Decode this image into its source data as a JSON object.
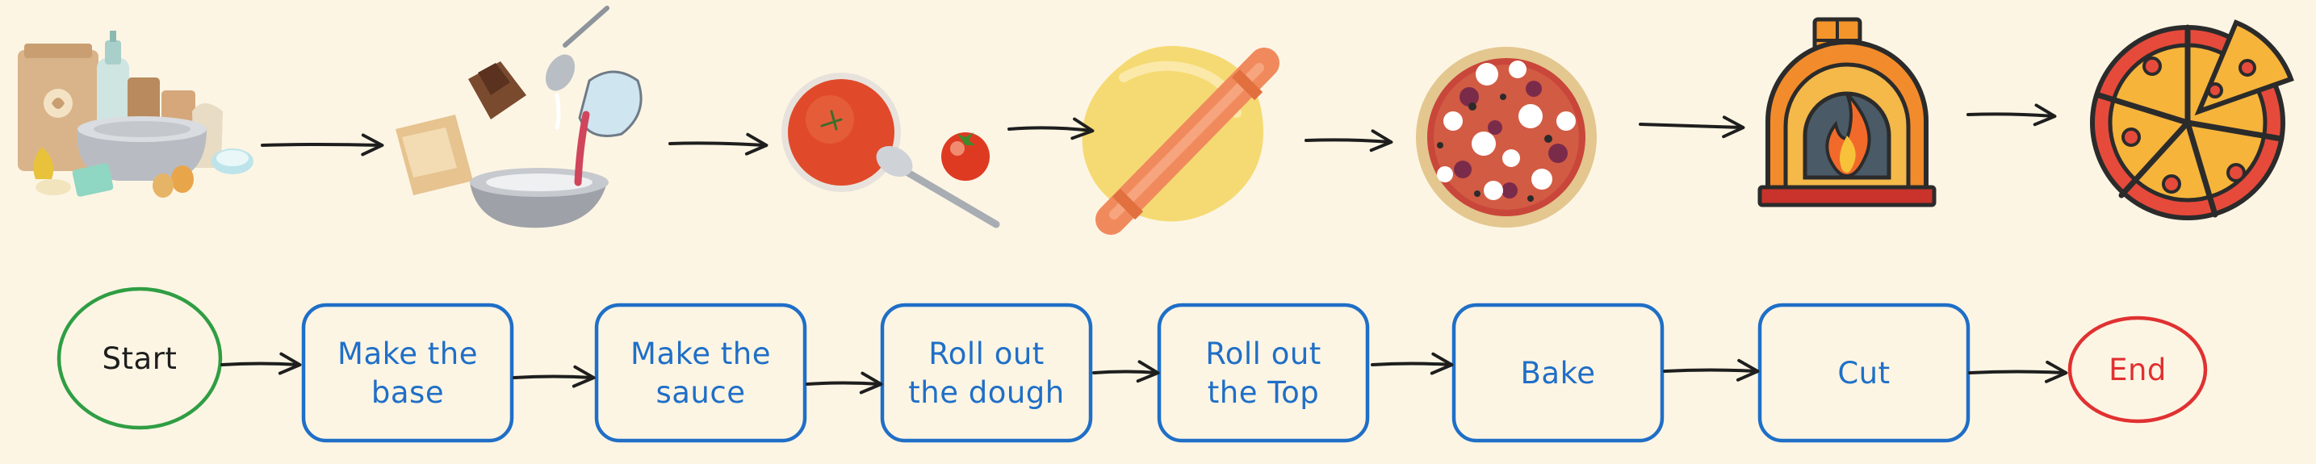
{
  "colors": {
    "background": "#fdf5e4",
    "step_stroke": "#1f6fc7",
    "step_text": "#1f6fc7",
    "start_stroke": "#2f9e44",
    "start_text": "#1e1e1e",
    "end_stroke": "#e03131",
    "end_text": "#e03131",
    "arrow": "#1e1e1e"
  },
  "illustrations": [
    {
      "name": "ingredients-illustration",
      "icon": "flour-bottles-bowl-eggs"
    },
    {
      "name": "mixing-illustration",
      "icon": "pouring-into-bowl"
    },
    {
      "name": "sauce-illustration",
      "icon": "tomato-sauce-bowl-spoon"
    },
    {
      "name": "dough-illustration",
      "icon": "rolling-pin-on-dough"
    },
    {
      "name": "topped-pizza-illustration",
      "icon": "pizza-with-toppings"
    },
    {
      "name": "oven-illustration",
      "icon": "brick-oven-fire"
    },
    {
      "name": "sliced-pizza-illustration",
      "icon": "pizza-slices"
    }
  ],
  "flow": {
    "start": "Start",
    "steps": [
      [
        "Make the",
        "base"
      ],
      [
        "Make the",
        "sauce"
      ],
      [
        "Roll out",
        "the dough"
      ],
      [
        "Roll out",
        "the Top"
      ],
      [
        "Bake"
      ],
      [
        "Cut"
      ]
    ],
    "end": "End"
  }
}
